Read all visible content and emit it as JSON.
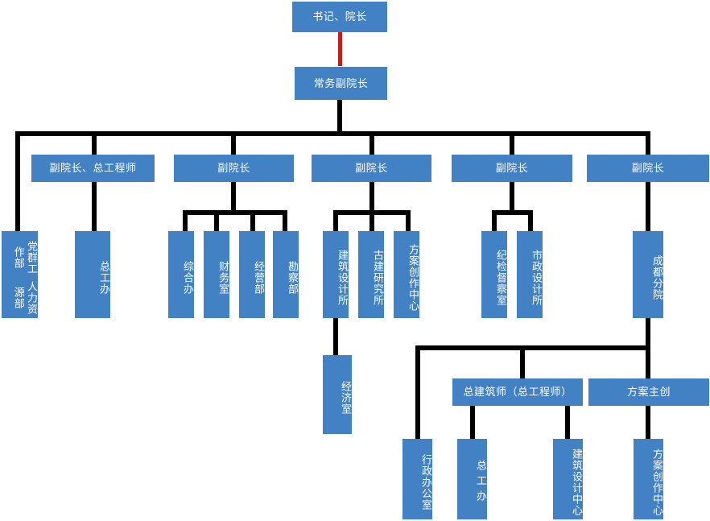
{
  "chart_data": {
    "type": "diagram",
    "title": "组织架构图",
    "orientation": "top-down",
    "node_color": "#4281c4",
    "text_color": "#ffffff",
    "line_color": "#000000",
    "accent_line_color": "#bd2020",
    "levels": [
      {
        "level": 1,
        "nodes": [
          {
            "id": "n1",
            "label": "书记、院长",
            "orientation": "horizontal"
          }
        ]
      },
      {
        "level": 2,
        "nodes": [
          {
            "id": "n2",
            "label": "常务副院长",
            "orientation": "horizontal"
          }
        ]
      },
      {
        "level": 3,
        "nodes": [
          {
            "id": "n3",
            "label": "副院长、总工程师",
            "orientation": "horizontal"
          },
          {
            "id": "n4",
            "label": "副院长",
            "orientation": "horizontal"
          },
          {
            "id": "n5",
            "label": "副院长",
            "orientation": "horizontal"
          },
          {
            "id": "n6",
            "label": "副院长",
            "orientation": "horizontal"
          },
          {
            "id": "n7",
            "label": "副院长",
            "orientation": "horizontal"
          }
        ]
      },
      {
        "level": 4,
        "nodes": [
          {
            "id": "n8",
            "label": "人力资源部 党群工作部",
            "label_col1": "人力资源部",
            "label_col2": "党群工作部",
            "orientation": "vertical"
          },
          {
            "id": "n9",
            "label": "总工办",
            "orientation": "vertical"
          },
          {
            "id": "n10",
            "label": "综合办",
            "orientation": "vertical"
          },
          {
            "id": "n11",
            "label": "财务室",
            "orientation": "vertical"
          },
          {
            "id": "n12",
            "label": "经营部",
            "orientation": "vertical"
          },
          {
            "id": "n13",
            "label": "勘察部",
            "orientation": "vertical"
          },
          {
            "id": "n14",
            "label": "建筑设计所",
            "orientation": "vertical"
          },
          {
            "id": "n15",
            "label": "古建研究所",
            "orientation": "vertical"
          },
          {
            "id": "n16",
            "label": "方案创作中心",
            "orientation": "vertical"
          },
          {
            "id": "n17",
            "label": "纪检督察室",
            "orientation": "vertical"
          },
          {
            "id": "n18",
            "label": "市政设计所",
            "orientation": "vertical"
          },
          {
            "id": "n19",
            "label": "成都分院",
            "orientation": "vertical"
          }
        ]
      },
      {
        "level": 5,
        "nodes": [
          {
            "id": "n20",
            "label": "经济室",
            "orientation": "vertical"
          },
          {
            "id": "n21",
            "label": "总建筑师（总工程师）",
            "orientation": "horizontal"
          },
          {
            "id": "n22",
            "label": "方案主创",
            "orientation": "horizontal"
          }
        ]
      },
      {
        "level": 6,
        "nodes": [
          {
            "id": "n23",
            "label": "行政办公室",
            "orientation": "vertical"
          },
          {
            "id": "n24",
            "label": "总工办",
            "orientation": "vertical"
          },
          {
            "id": "n25",
            "label": "建筑设计中心",
            "orientation": "vertical"
          },
          {
            "id": "n26",
            "label": "方案创作中心",
            "orientation": "vertical"
          }
        ]
      }
    ],
    "edges": [
      {
        "from": "n1",
        "to": "n2",
        "color": "#bd2020"
      },
      {
        "from": "n2",
        "to": "n3"
      },
      {
        "from": "n2",
        "to": "n4"
      },
      {
        "from": "n2",
        "to": "n5"
      },
      {
        "from": "n2",
        "to": "n6"
      },
      {
        "from": "n2",
        "to": "n7"
      },
      {
        "from": "n2",
        "to": "n8"
      },
      {
        "from": "n3",
        "to": "n9"
      },
      {
        "from": "n4",
        "to": "n10"
      },
      {
        "from": "n4",
        "to": "n11"
      },
      {
        "from": "n4",
        "to": "n12"
      },
      {
        "from": "n4",
        "to": "n13"
      },
      {
        "from": "n5",
        "to": "n14"
      },
      {
        "from": "n5",
        "to": "n15"
      },
      {
        "from": "n5",
        "to": "n16"
      },
      {
        "from": "n6",
        "to": "n17"
      },
      {
        "from": "n6",
        "to": "n18"
      },
      {
        "from": "n7",
        "to": "n19"
      },
      {
        "from": "n14",
        "to": "n20"
      },
      {
        "from": "n19",
        "to": "n21"
      },
      {
        "from": "n19",
        "to": "n22"
      },
      {
        "from": "n19",
        "to": "n23"
      },
      {
        "from": "n21",
        "to": "n24"
      },
      {
        "from": "n21",
        "to": "n25"
      },
      {
        "from": "n22",
        "to": "n26"
      }
    ]
  }
}
